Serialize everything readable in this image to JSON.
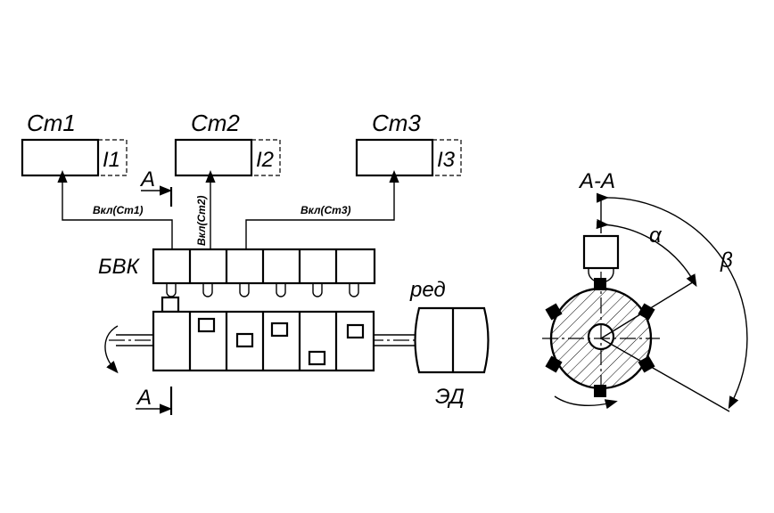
{
  "labels": {
    "st1": "Ст1",
    "st2": "Ст2",
    "st3": "Ст3",
    "i1": "I1",
    "i2": "I2",
    "i3": "I3",
    "vkl1": "Вкл(Ст1)",
    "vkl2": "Вкл(Ст2)",
    "vkl3": "Вкл(Ст3)",
    "bvk": "БВК",
    "red": "ред",
    "ed": "ЭД",
    "section_a_top": "А",
    "section_a_bottom": "А",
    "section_aa": "А-А",
    "alpha": "α",
    "beta": "β"
  },
  "colors": {
    "line": "#000000",
    "hatch": "#000000",
    "background": "#ffffff"
  }
}
